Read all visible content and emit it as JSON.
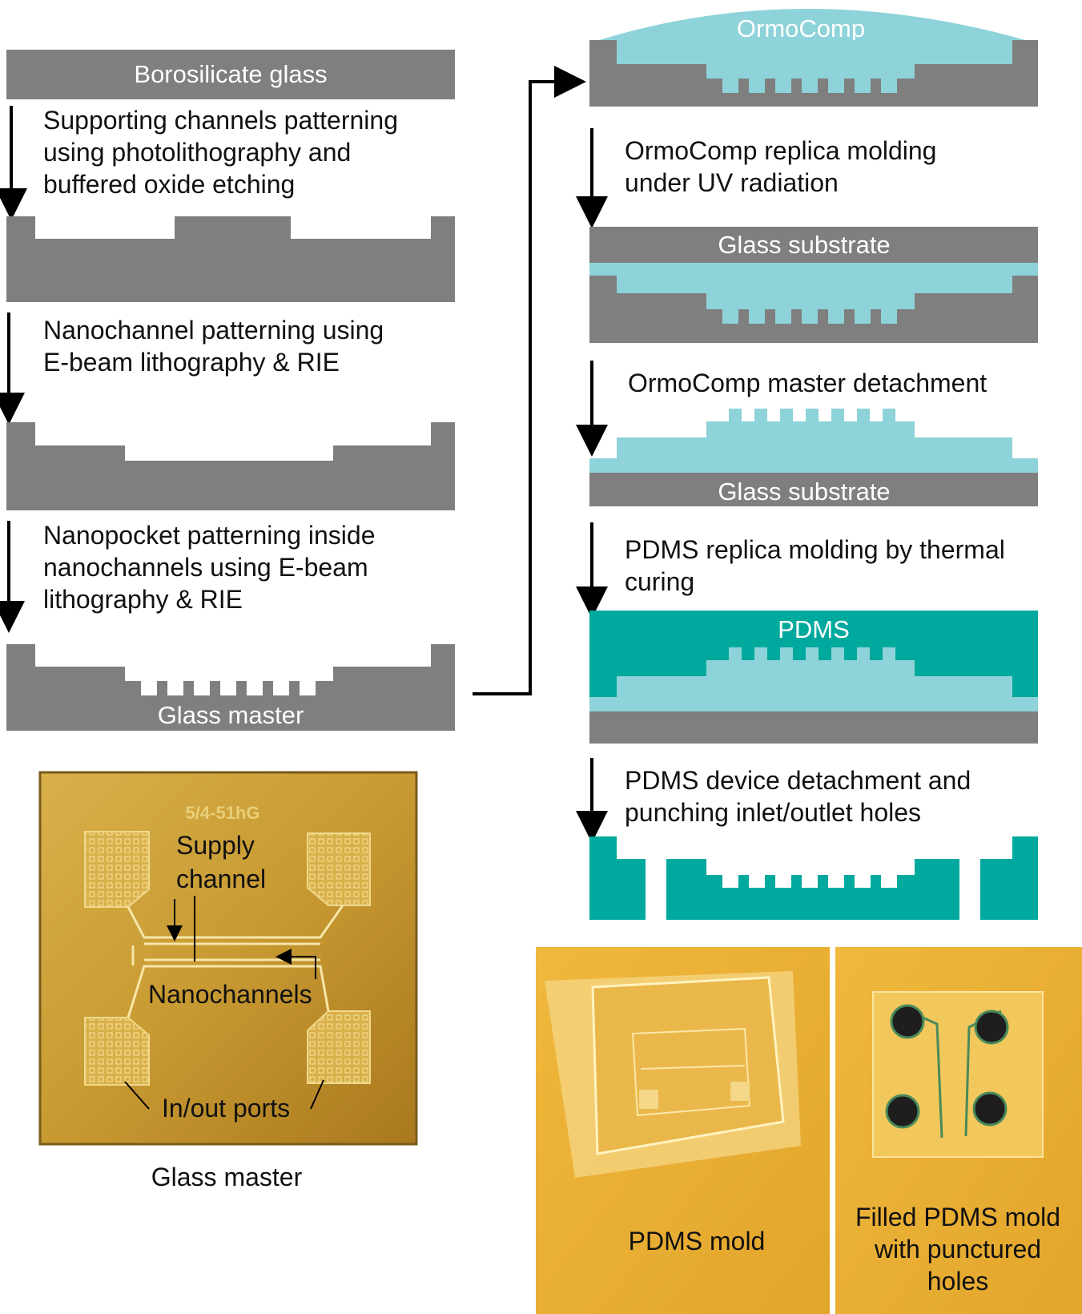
{
  "colors": {
    "glass": "#7f7f7f",
    "ormocomp": "#8ed3d9",
    "pdms": "#00a99d",
    "photo_gold": "#c9a13a",
    "photo_orange": "#e8b43a",
    "arrow": "#000000"
  },
  "left_column": {
    "top_bar_label": "Borosilicate glass",
    "step1": "Supporting channels patterning\nusing photolithography and\nbuffered oxide etching",
    "step2": "Nanochannel patterning using\nE-beam lithography & RIE",
    "step3": "Nanopocket patterning inside\nnanochannels using E-beam\nlithography & RIE",
    "bottom_bar_label": "Glass master"
  },
  "right_column": {
    "top_label": "OrmoComp",
    "step4": "OrmoComp replica molding\nunder UV radiation",
    "substrate_label_1": "Glass substrate",
    "step5": "OrmoComp master detachment",
    "substrate_label_2": "Glass substrate",
    "step6": "PDMS replica molding by thermal\ncuring",
    "pdms_label": "PDMS",
    "step7": "PDMS device detachment and\npunching inlet/outlet holes"
  },
  "photo_glass_master": {
    "chip_text": "5/4-51hG",
    "supply_label_1": "Supply",
    "supply_label_2": "channel",
    "nanochannels_label": "Nanochannels",
    "ports_label": "In/out ports",
    "caption": "Glass master"
  },
  "photo_pdms": {
    "left_caption": "PDMS mold",
    "right_caption_1": "Filled PDMS mold",
    "right_caption_2": "with punctured",
    "right_caption_3": "holes"
  }
}
